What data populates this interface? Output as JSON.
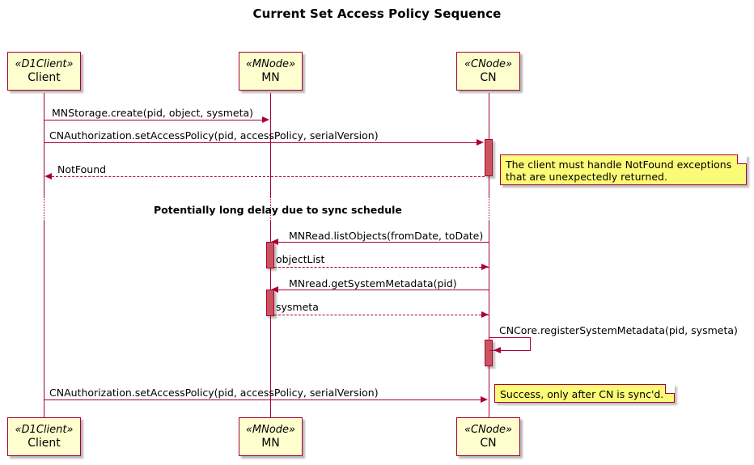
{
  "diagram": {
    "title": "Current Set Access Policy Sequence",
    "type": "uml-sequence-diagram",
    "colors": {
      "participant_fill": "#FEFECE",
      "participant_border": "#A80036",
      "note_fill": "#FBFB77",
      "activation_fill": "#CB555F",
      "line": "#A80036",
      "background": "#FFFFFF",
      "text": "#000000"
    }
  },
  "participants": [
    {
      "id": "client",
      "stereotype": "«D1Client»",
      "name": "Client"
    },
    {
      "id": "mn",
      "stereotype": "«MNode»",
      "name": "MN"
    },
    {
      "id": "cn",
      "stereotype": "«CNode»",
      "name": "CN"
    }
  ],
  "messages": [
    {
      "id": "m1",
      "label": "MNStorage.create(pid, object, sysmeta)",
      "from": "client",
      "to": "mn",
      "style": "solid",
      "direction": "right"
    },
    {
      "id": "m2",
      "label": "CNAuthorization.setAccessPolicy(pid, accessPolicy, serialVersion)",
      "from": "client",
      "to": "cn",
      "style": "solid",
      "direction": "right"
    },
    {
      "id": "m3",
      "label": "NotFound",
      "from": "cn",
      "to": "client",
      "style": "dashed",
      "direction": "left"
    },
    {
      "id": "m4",
      "label": "MNRead.listObjects(fromDate, toDate)",
      "from": "cn",
      "to": "mn",
      "style": "solid",
      "direction": "left"
    },
    {
      "id": "m5",
      "label": "objectList",
      "from": "mn",
      "to": "cn",
      "style": "dashed",
      "direction": "right"
    },
    {
      "id": "m6",
      "label": "MNread.getSystemMetadata(pid)",
      "from": "cn",
      "to": "mn",
      "style": "solid",
      "direction": "left"
    },
    {
      "id": "m7",
      "label": "sysmeta",
      "from": "mn",
      "to": "cn",
      "style": "dashed",
      "direction": "right"
    },
    {
      "id": "m8",
      "label": "CNCore.registerSystemMetadata(pid, sysmeta)",
      "from": "cn",
      "to": "cn",
      "style": "solid",
      "direction": "self"
    },
    {
      "id": "m9",
      "label": "CNAuthorization.setAccessPolicy(pid, accessPolicy, serialVersion)",
      "from": "client",
      "to": "cn",
      "style": "solid",
      "direction": "right"
    }
  ],
  "delay": {
    "label": "Potentially long delay due to sync schedule"
  },
  "notes": [
    {
      "id": "note1",
      "attached_to": "cn",
      "lines": [
        "The client must handle NotFound exceptions",
        "that are unexpectedly returned."
      ]
    },
    {
      "id": "note2",
      "attached_to": "cn",
      "lines": [
        "Success, only after CN is sync'd."
      ]
    }
  ]
}
